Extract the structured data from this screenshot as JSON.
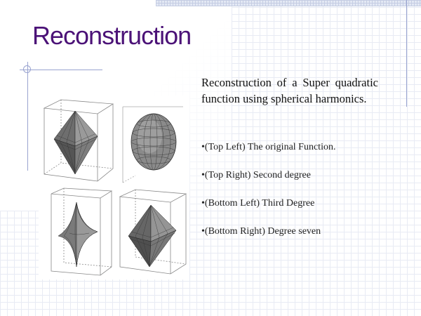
{
  "slide": {
    "title": "Reconstruction",
    "intro": "Reconstruction of a Super quadratic function using spherical harmonics.",
    "bullets": [
      "•(Top Left) The original Function.",
      "•(Top Right) Second degree",
      "•(Bottom Left) Third Degree",
      "•(Bottom Right) Degree seven"
    ]
  },
  "colors": {
    "title": "#4b1277",
    "accent_lines": "#99a3d0",
    "background_grid": "#e6e9f3"
  },
  "figure": {
    "panels": [
      {
        "position": "top-left",
        "shape": "superquadric-original"
      },
      {
        "position": "top-right",
        "shape": "ellipsoid-degree-2"
      },
      {
        "position": "bottom-left",
        "shape": "superquadric-degree-3"
      },
      {
        "position": "bottom-right",
        "shape": "superquadric-degree-7"
      }
    ]
  }
}
